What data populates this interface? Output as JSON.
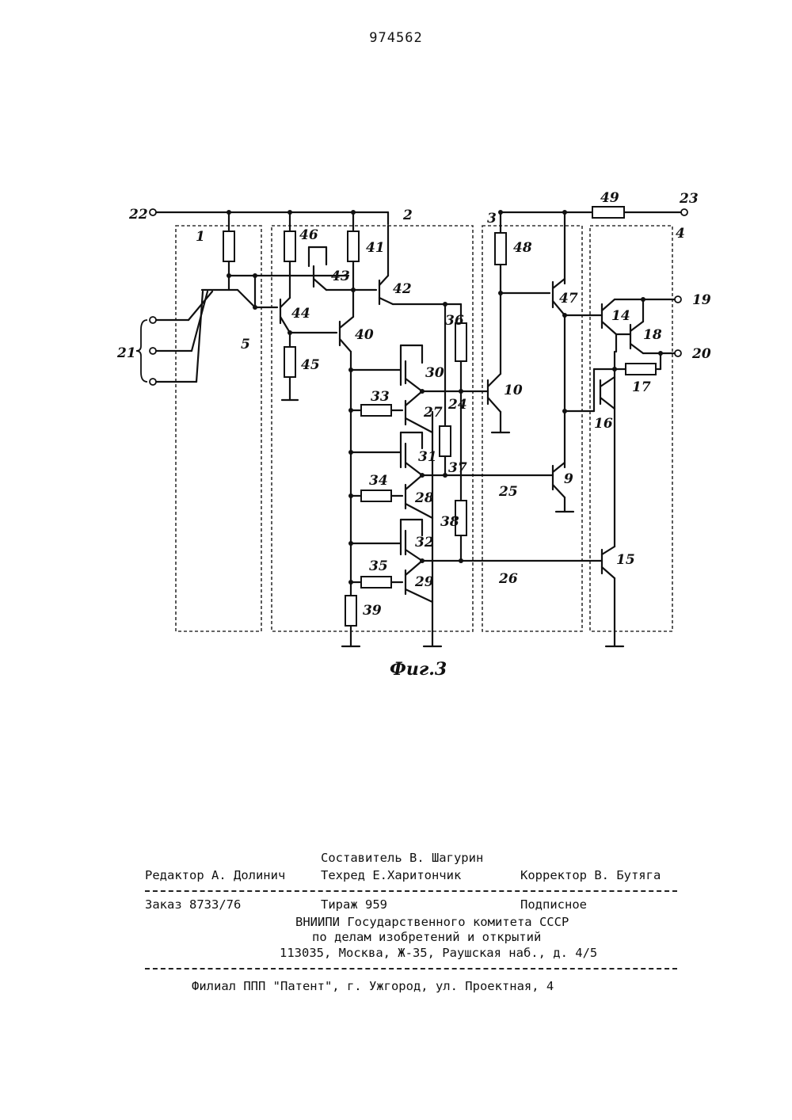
{
  "page_number": "974562",
  "figure": {
    "caption": "Фиг.3",
    "block_labels": [
      "1",
      "2",
      "3",
      "4"
    ],
    "terminal_labels": [
      "22",
      "23",
      "21",
      "19",
      "20"
    ],
    "component_labels": [
      "46",
      "41",
      "43",
      "42",
      "44",
      "40",
      "45",
      "5",
      "36",
      "30",
      "33",
      "27",
      "24",
      "10",
      "31",
      "34",
      "28",
      "37",
      "25",
      "32",
      "35",
      "29",
      "38",
      "26",
      "39",
      "48",
      "49",
      "47",
      "9",
      "14",
      "18",
      "17",
      "16",
      "15"
    ]
  },
  "imprint": {
    "compiler": "Составитель В. Шагурин",
    "editor": "Редактор А. Долинич",
    "techred": "Техред Е.Харитончик",
    "corrector": "Корректор В. Бутяга",
    "order": "Заказ 8733/76",
    "circulation": "Тираж 959",
    "subscription": "Подписное",
    "org_line1": "ВНИИПИ Государственного комитета СССР",
    "org_line2": "по делам изобретений и открытий",
    "org_line3": "113035, Москва, Ж-35, Раушская наб., д. 4/5",
    "branch": "Филиал ППП \"Патент\", г. Ужгород, ул. Проектная, 4"
  }
}
